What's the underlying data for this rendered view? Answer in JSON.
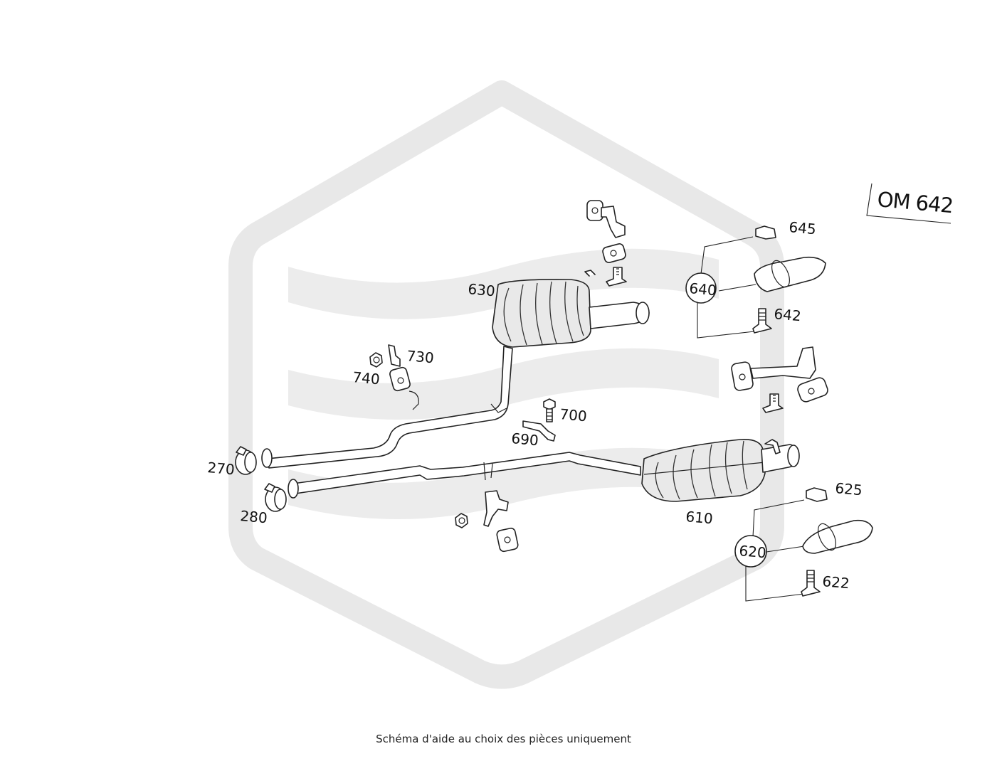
{
  "engine_code": "OM 642",
  "caption": "Schéma d'aide au choix des pièces uniquement",
  "callouts": {
    "p270": "270",
    "p280": "280",
    "p610": "610",
    "p620": "620",
    "p622": "622",
    "p625": "625",
    "p630": "630",
    "p640": "640",
    "p642": "642",
    "p645": "645",
    "p690": "690",
    "p700": "700",
    "p730": "730",
    "p740": "740"
  }
}
